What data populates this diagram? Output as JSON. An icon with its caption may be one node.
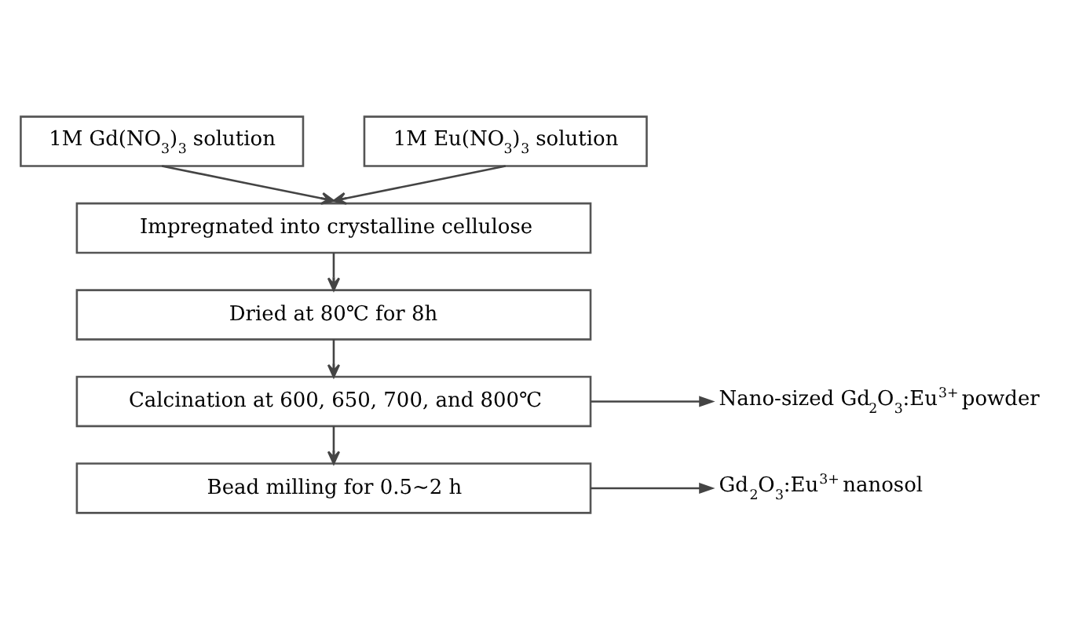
{
  "diagram": {
    "nodes": [
      {
        "text": [
          "1M Gd(NO$_{3}$)$_{3}$ solution"
        ]
      },
      {
        "text": [
          "1M Eu(NO$_{3}$)$_{3}$ solution"
        ]
      },
      {
        "text": [
          "Impregnated into crystalline cellulose"
        ]
      },
      {
        "text": [
          "Dried at 80℃ for 8h"
        ]
      },
      {
        "text": [
          "Calcination at 600, 650, 700, and 800℃"
        ]
      },
      {
        "text": [
          "Nano-sized Gd$_{2}$O$_{3}$:Eu$^{3+}$ powder"
        ]
      },
      {
        "text": [
          "Bead milling for 0.5~2 h"
        ]
      },
      {
        "text": [
          "Gd$_{2}$O$_{3}$:Eu$^{3+}$ nanosol"
        ]
      }
    ],
    "edges": [
      {
        "from": 0,
        "to": 2,
        "arrow": "to"
      },
      {
        "from": 1,
        "to": 2,
        "arrow": "to"
      },
      {
        "from": 2,
        "to": 3,
        "arrow": "to"
      },
      {
        "from": 3,
        "to": 4,
        "arrow": "to"
      },
      {
        "from": 4,
        "to": 5,
        "arrow": "to"
      },
      {
        "from": 4,
        "to": 6,
        "arrow": "to"
      },
      {
        "from": 6,
        "to": 7,
        "arrow": "to"
      }
    ]
  }
}
